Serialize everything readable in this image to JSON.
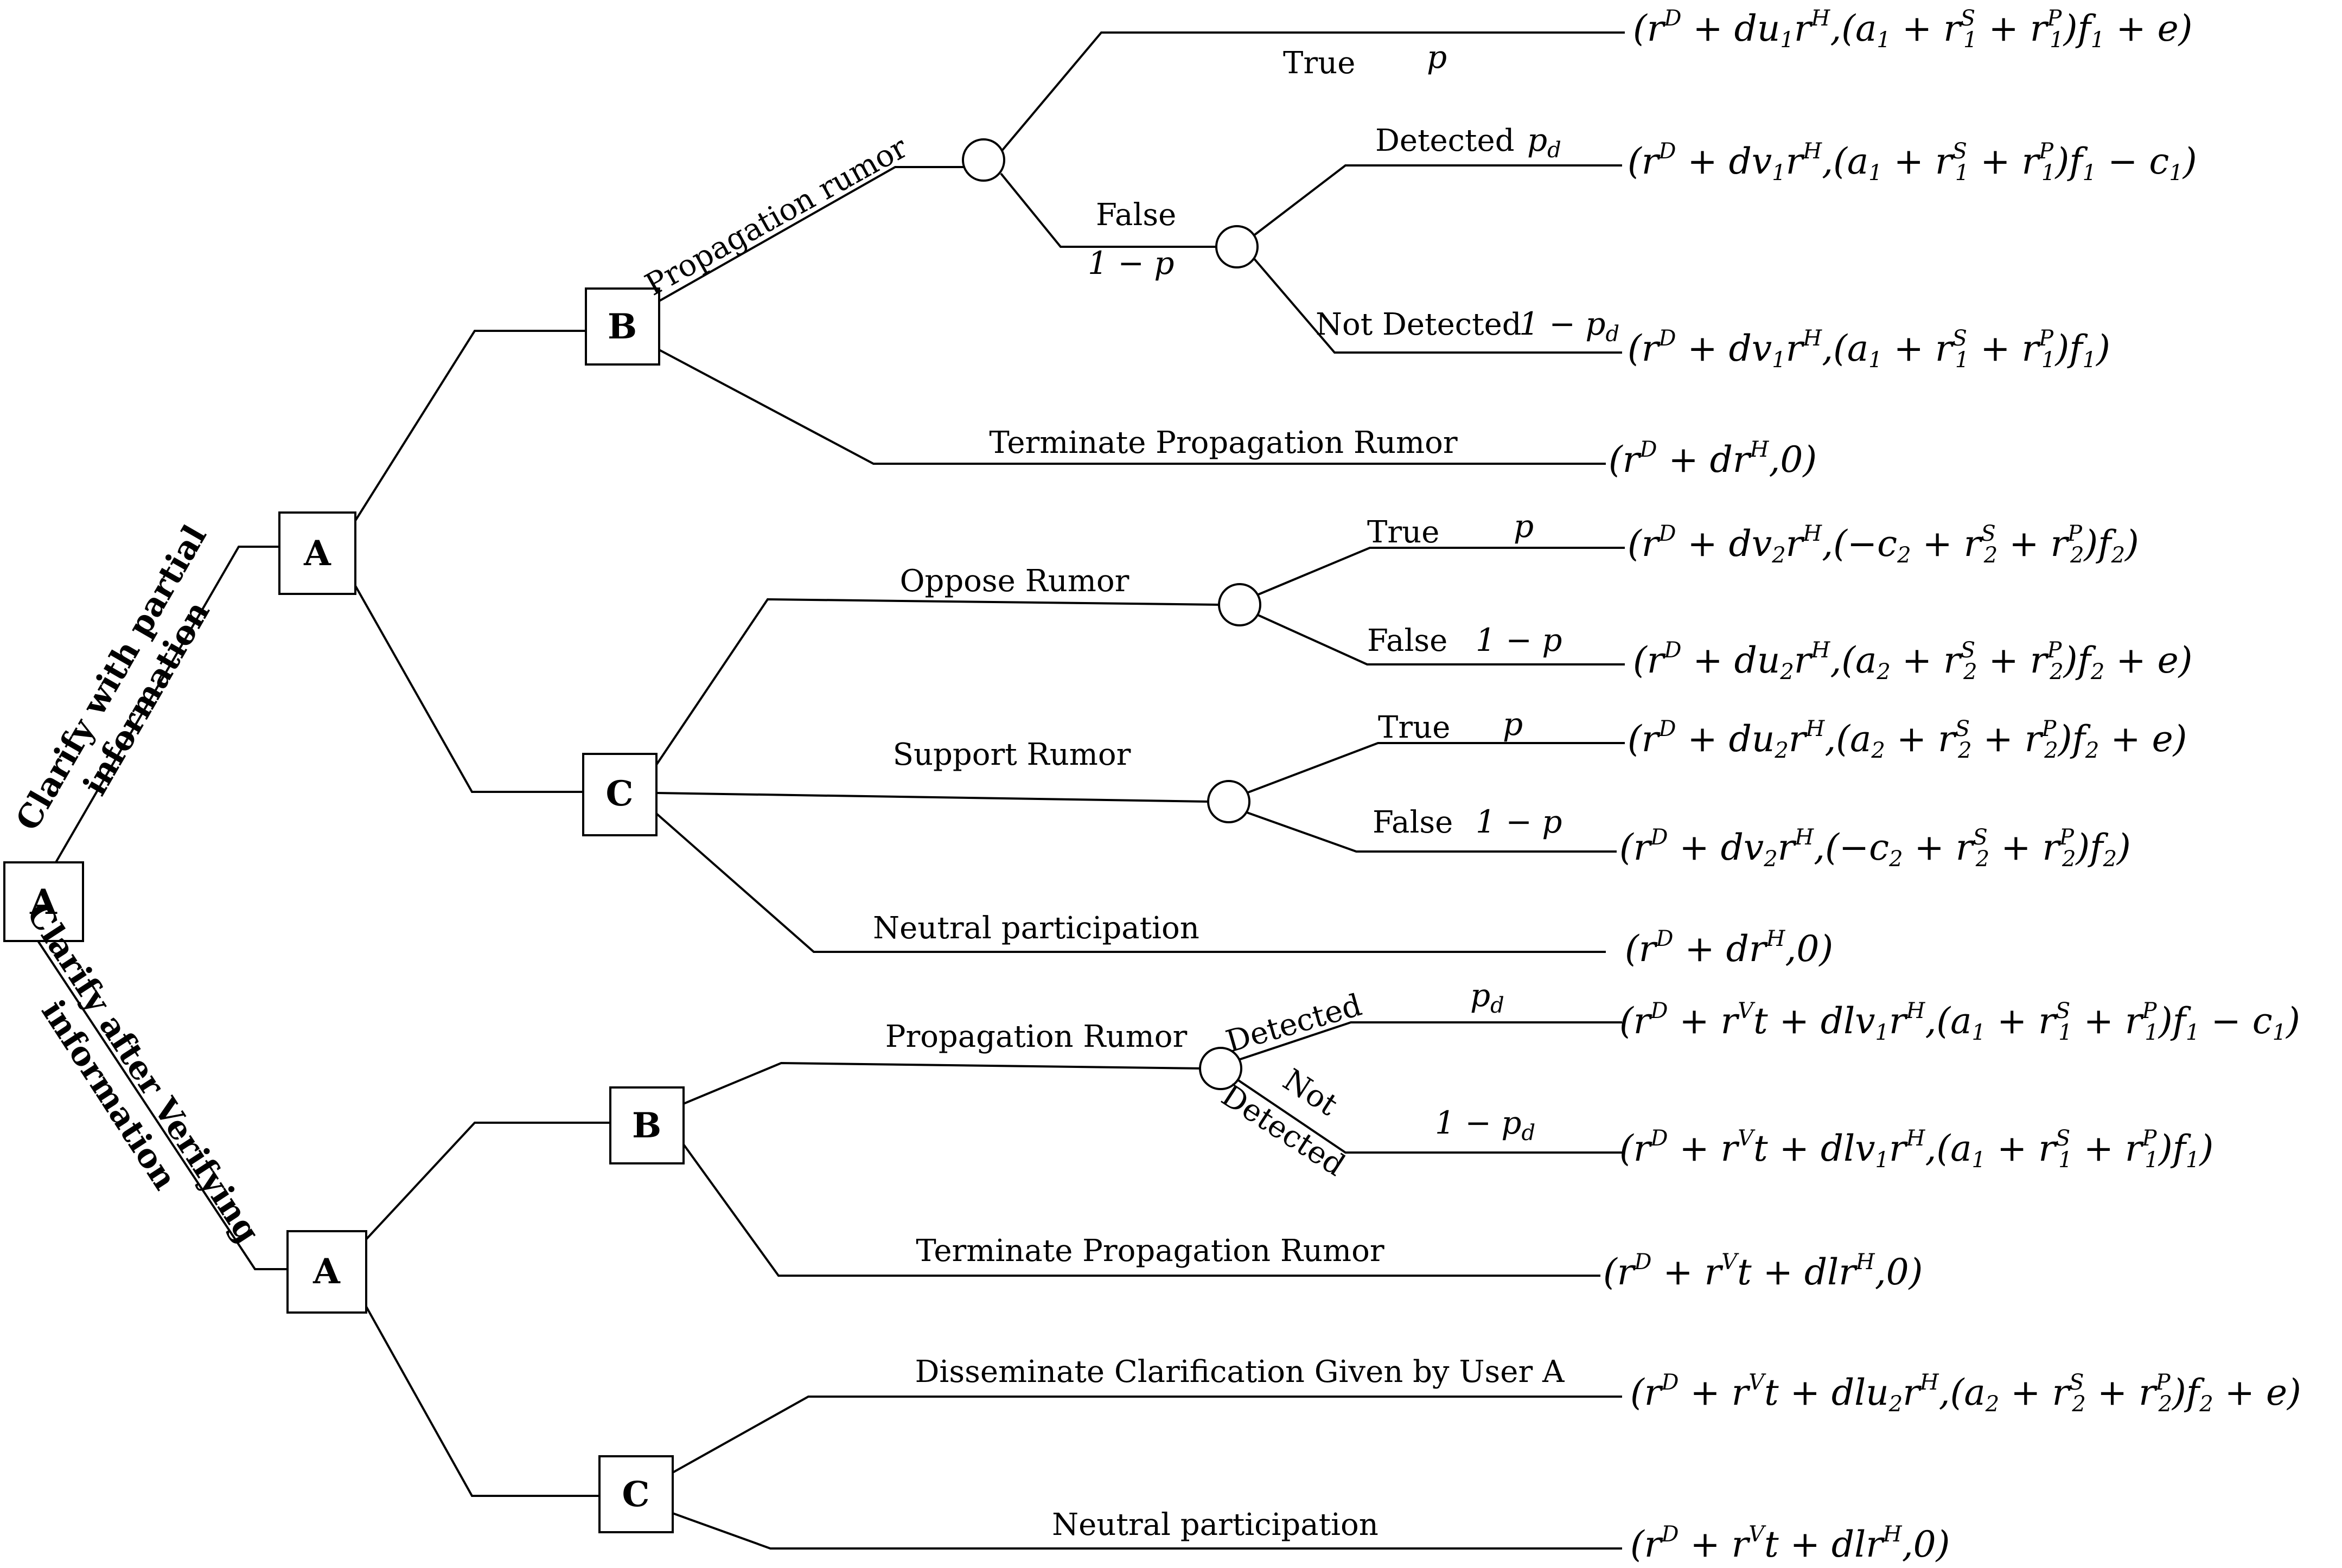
{
  "strategy_labels": {
    "clarify_partial_line1": "Clarify with partial",
    "clarify_partial_line2": "information",
    "clarify_verify_line1": "Clarify after Verifying",
    "clarify_verify_line2": "information"
  },
  "nodes": {
    "root": "A",
    "upper_a": "A",
    "upper_b": "B",
    "upper_c": "C",
    "lower_a": "A",
    "lower_b": "B",
    "lower_c": "C"
  },
  "actions": {
    "propagation_rumor": "Propagation rumor",
    "terminate_propagation_rumor": "Terminate Propagation Rumor",
    "oppose_rumor": "Oppose Rumor",
    "support_rumor": "Support Rumor",
    "neutral_participation": "Neutral participation",
    "propagation_rumor_verified": "Propagation Rumor",
    "terminate_propagation_rumor_verified": "Terminate Propagation Rumor",
    "disseminate_clarification": "Disseminate Clarification Given by User A",
    "neutral_participation_verified": "Neutral participation"
  },
  "outcomes": {
    "true": "True",
    "false": "False",
    "detected": "Detected",
    "not_detected": "Not Detected",
    "not": "Not"
  },
  "probabilities": {
    "p": "p",
    "one_minus_p": "1 − p",
    "pd_sub": "d",
    "one_minus_prefix": "1 − "
  }
}
